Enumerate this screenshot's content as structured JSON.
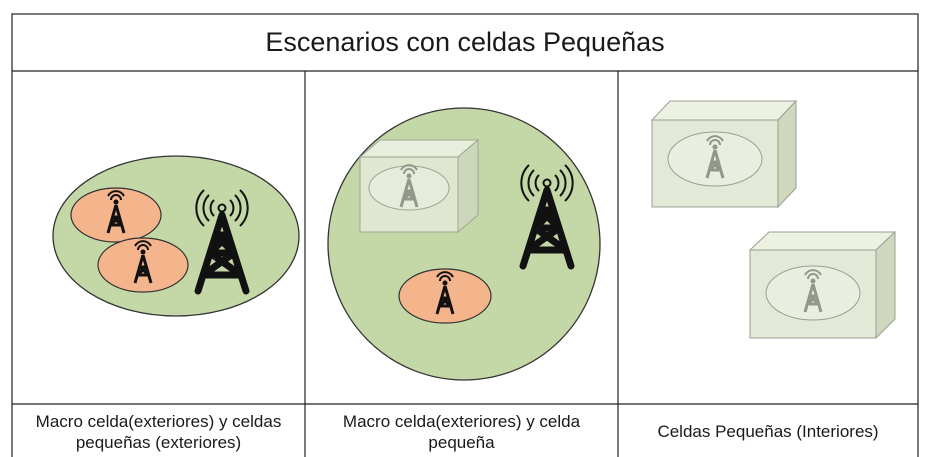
{
  "title": "Escenarios con celdas Pequeñas",
  "scenarios": [
    {
      "caption": "Macro celda(exteriores) y celdas pequeñas (exteriores)"
    },
    {
      "caption": "Macro celda(exteriores) y celda pequeña"
    },
    {
      "caption": "Celdas Pequeñas (Interiores)"
    }
  ],
  "colors": {
    "macro_cell_fill": "#c4d7a7",
    "small_cell_fill": "#f4b48c",
    "indoor_box_fill": "#e3e9d6",
    "indoor_ellipse_fill": "#eaeee0",
    "tower": "#111111",
    "faded_tower": "#909889",
    "border": "#222222"
  },
  "icons": [
    "cell-tower-icon",
    "building-box-icon"
  ]
}
